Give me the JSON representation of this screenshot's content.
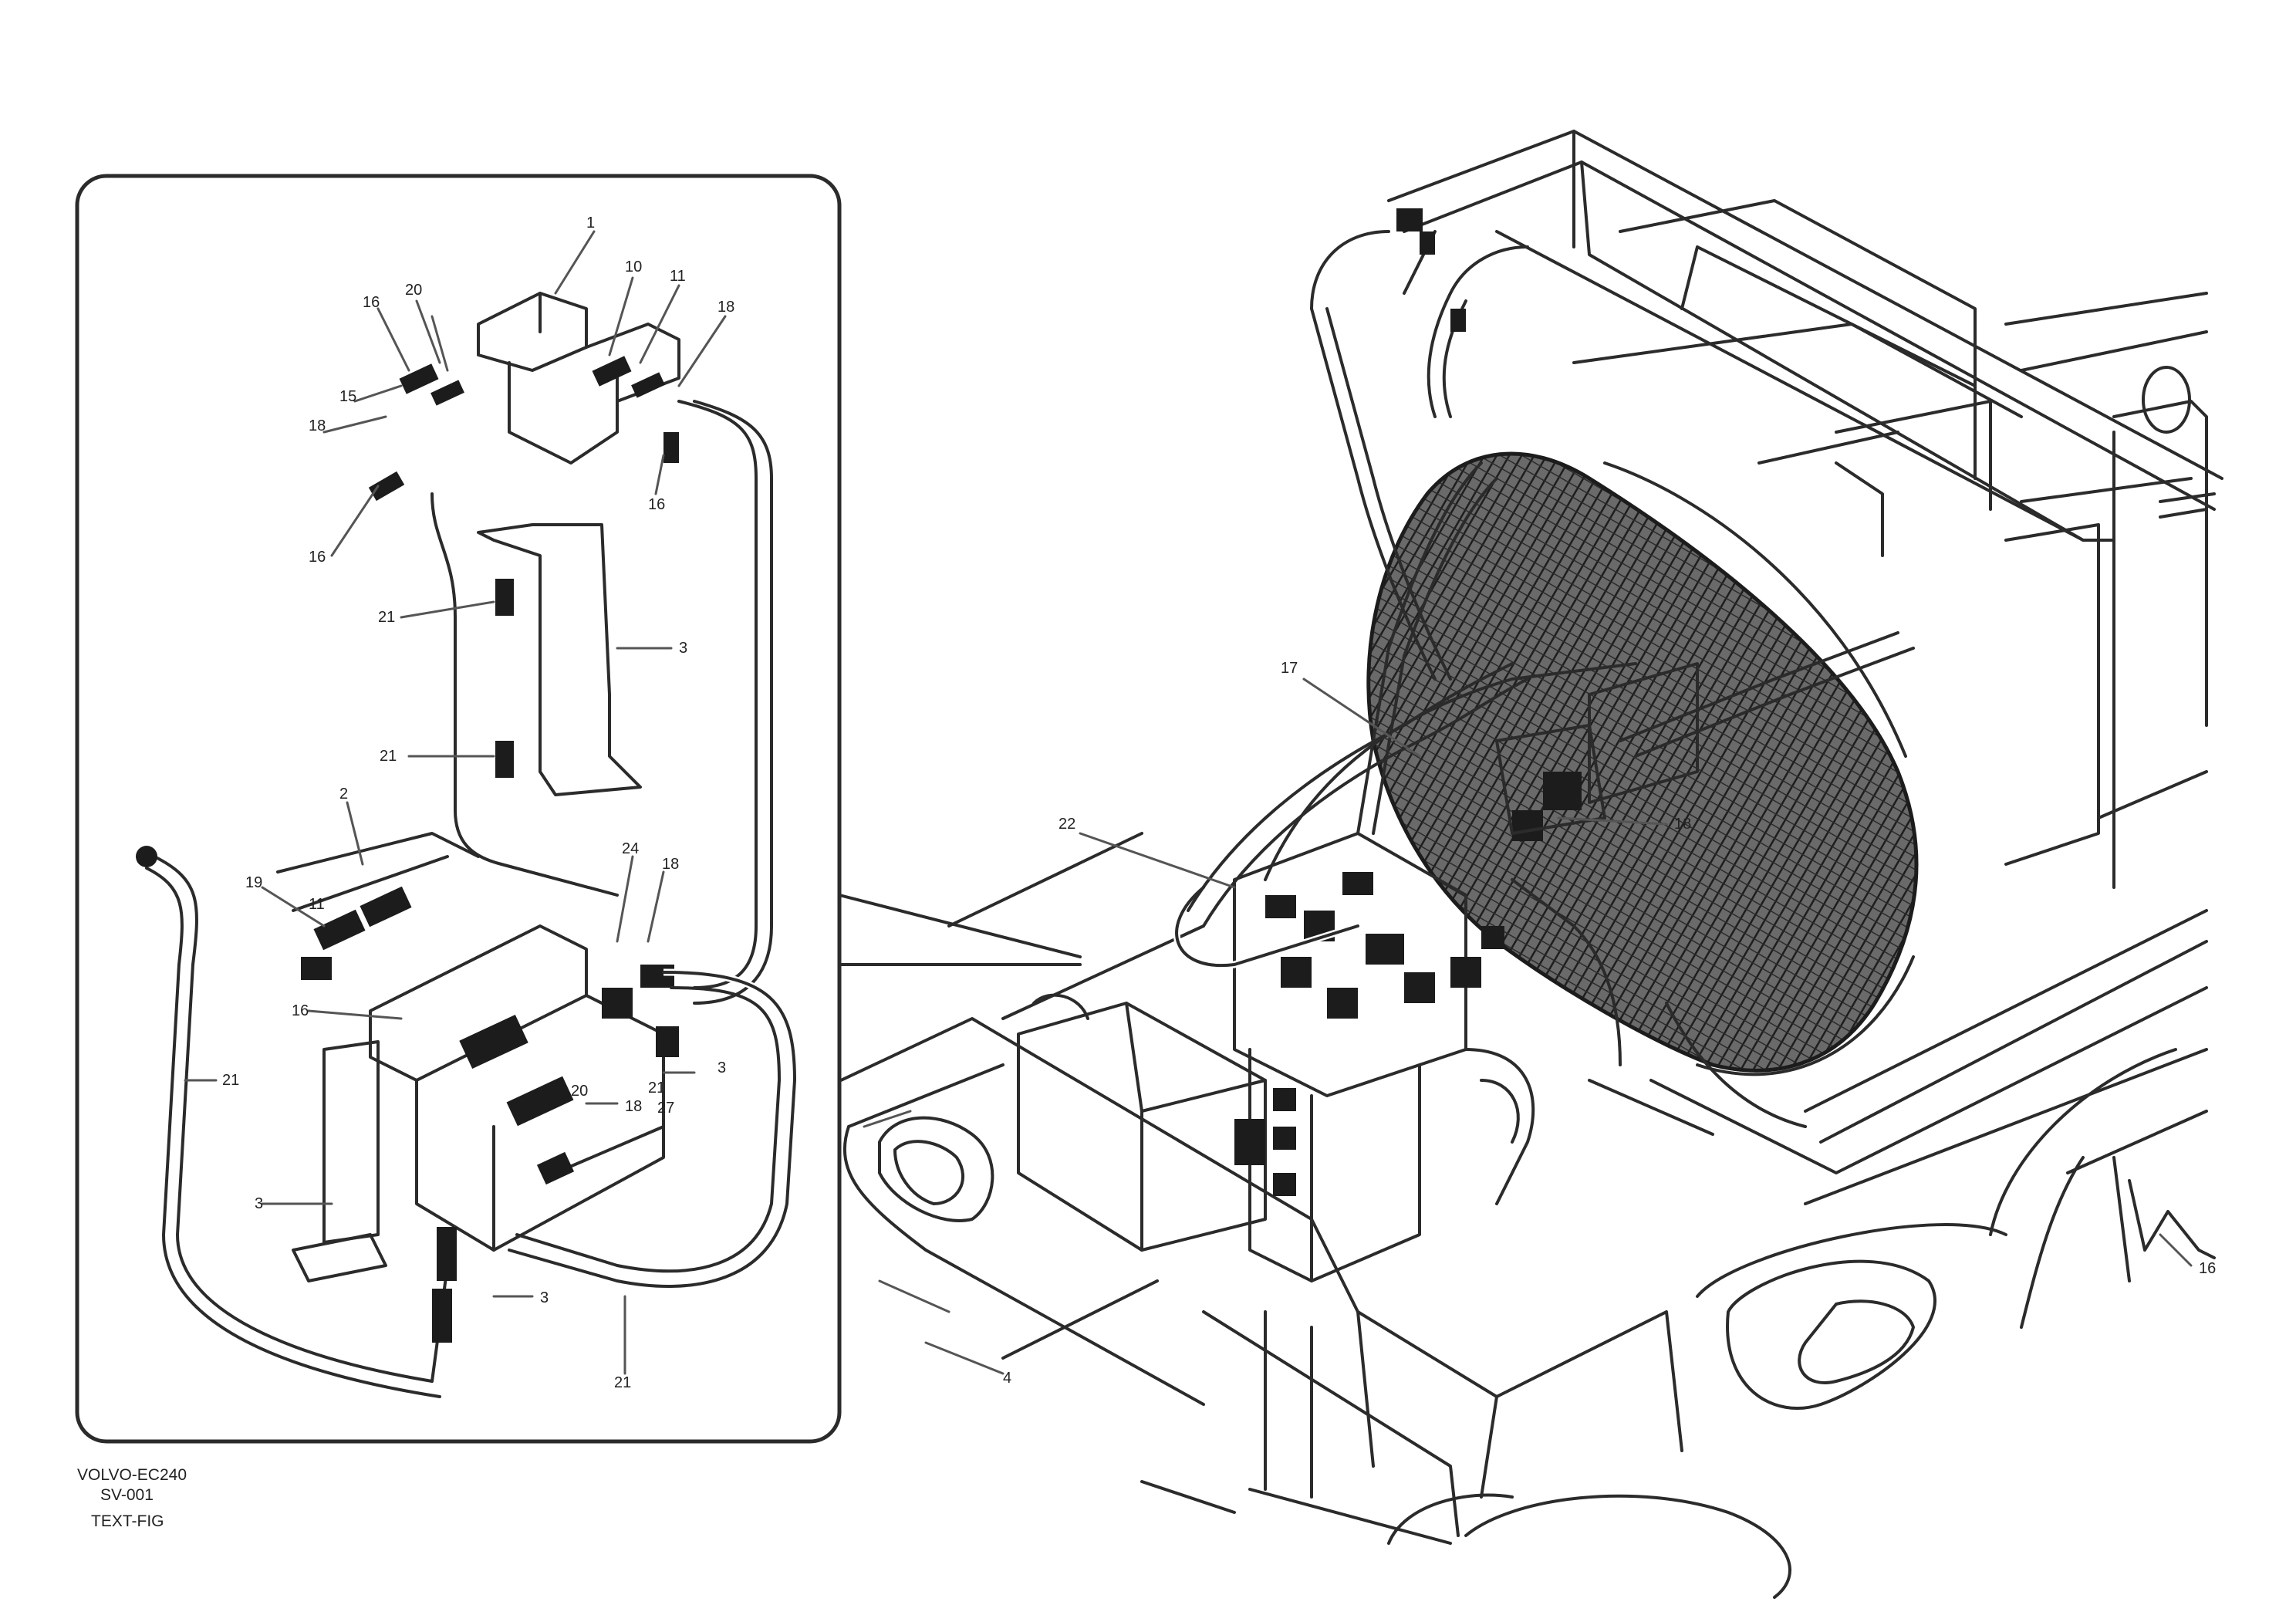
{
  "inset_labels": [
    "1",
    "20",
    "10",
    "11",
    "18",
    "16",
    "15",
    "18",
    "16",
    "16",
    "21",
    "3",
    "21",
    "2",
    "19",
    "11",
    "24",
    "18",
    "16",
    "3",
    "3",
    "21",
    "18",
    "3",
    "20",
    "21",
    "21",
    "27"
  ],
  "main_labels": [
    "17",
    "22",
    "18",
    "4",
    "16"
  ],
  "reference": [
    "VOLVO-EC240",
    "SV-001",
    "TEXT-FIG"
  ],
  "colors": {
    "line": "#2b2b2b",
    "background": "#ffffff"
  }
}
